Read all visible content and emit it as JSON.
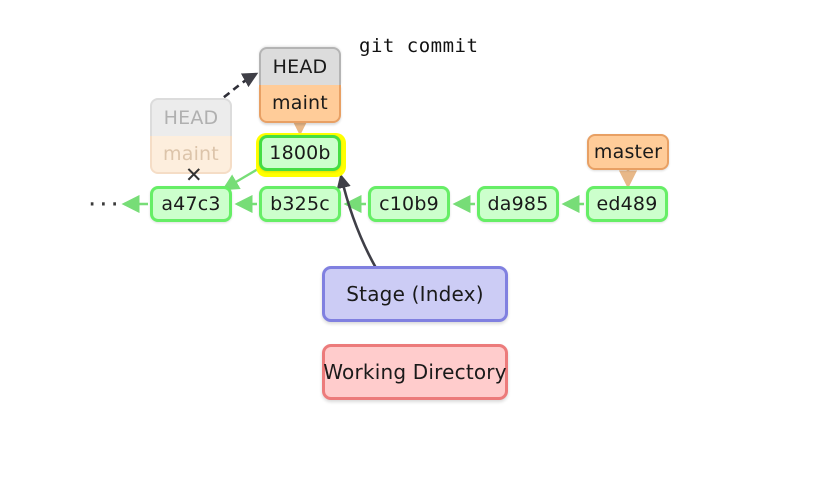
{
  "figure": {
    "title": "git commit",
    "background_color": "#ffffff",
    "ellipsis": "···",
    "delete_mark": "✕"
  },
  "colors": {
    "commit_fill": "#ccffcc",
    "commit_border": "#66ee66",
    "highlight": "#ffff00",
    "branch_fill": "#ffcc99",
    "branch_border": "#e8a064",
    "head_fill": "#dcdcdc",
    "head_border": "#b4b4b4",
    "stage_fill": "#ccccf5",
    "stage_border": "#8080e0",
    "workdir_fill": "#ffcccc",
    "workdir_border": "#ec7b7b",
    "arrow_green": "#77dd77",
    "arrow_orange": "#e8b888",
    "arrow_dark": "#3f3f47"
  },
  "commits": [
    {
      "id": "a47c3",
      "label": "a47c3",
      "highlighted": false
    },
    {
      "id": "b325c",
      "label": "b325c",
      "highlighted": false
    },
    {
      "id": "c10b9",
      "label": "c10b9",
      "highlighted": false
    },
    {
      "id": "da985",
      "label": "da985",
      "highlighted": false
    },
    {
      "id": "ed489",
      "label": "ed489",
      "highlighted": false
    },
    {
      "id": "1800b",
      "label": "1800b",
      "highlighted": true
    }
  ],
  "refs": {
    "head": "HEAD",
    "maint": "maint",
    "master": "master",
    "ghost_head": "HEAD",
    "ghost_maint": "maint"
  },
  "areas": {
    "stage": "Stage (Index)",
    "working_directory": "Working Directory"
  }
}
